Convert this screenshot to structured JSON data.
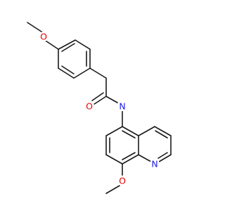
{
  "colors": {
    "bond": "#1a1a1a",
    "oxygen": "#e60000",
    "nitrogen": "#2020e0",
    "background": "#ffffff"
  },
  "atoms": {
    "o_methoxy_top": "O",
    "o_carbonyl": "O",
    "n_amide": "N",
    "n_quinoline": "N",
    "o_methoxy_bottom": "O"
  }
}
